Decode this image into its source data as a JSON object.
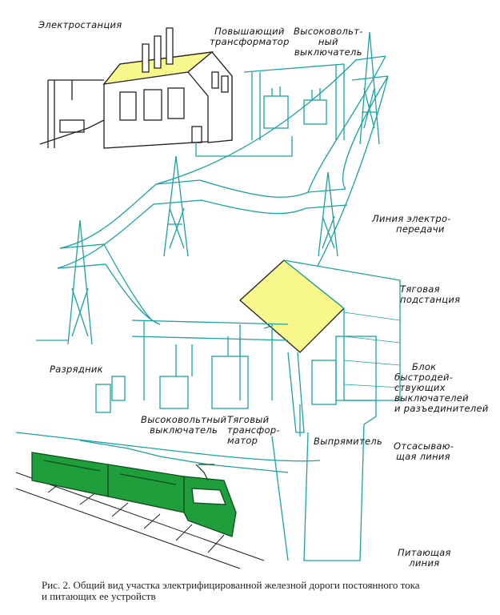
{
  "colors": {
    "line": "#1aa3a0",
    "roof": "#f7f78c",
    "train": "#1f9e3c",
    "ink": "#222222"
  },
  "labels": {
    "power_station": [
      "Электростанция"
    ],
    "step_up_transformer": [
      "Повышающий",
      "трансформатор"
    ],
    "hv_switch_top": [
      "Высоковольт-",
      "ный",
      "выключатель"
    ],
    "transmission_line": [
      "Линия электро-",
      "передачи"
    ],
    "traction_substation": [
      "Тяговая",
      "подстанция"
    ],
    "breaker_block": [
      "Блок",
      "быстродей-",
      "ствующих",
      "выключателей",
      "и разъединителей"
    ],
    "arrester": [
      "Разрядник"
    ],
    "hv_switch_bottom": [
      "Высоковольтный",
      "выключатель"
    ],
    "traction_transformer": [
      "Тяговый",
      "трансфор-",
      "матор"
    ],
    "rectifier": [
      "Выпрямитель"
    ],
    "return_line": [
      "Отсасываю-",
      "щая линия"
    ],
    "feeder_line": [
      "Питающая",
      "линия"
    ]
  },
  "caption": [
    "Рис. 2. Общий вид участка электрифицированной железной дороги постоянного тока",
    "и питающих ее устройств"
  ]
}
